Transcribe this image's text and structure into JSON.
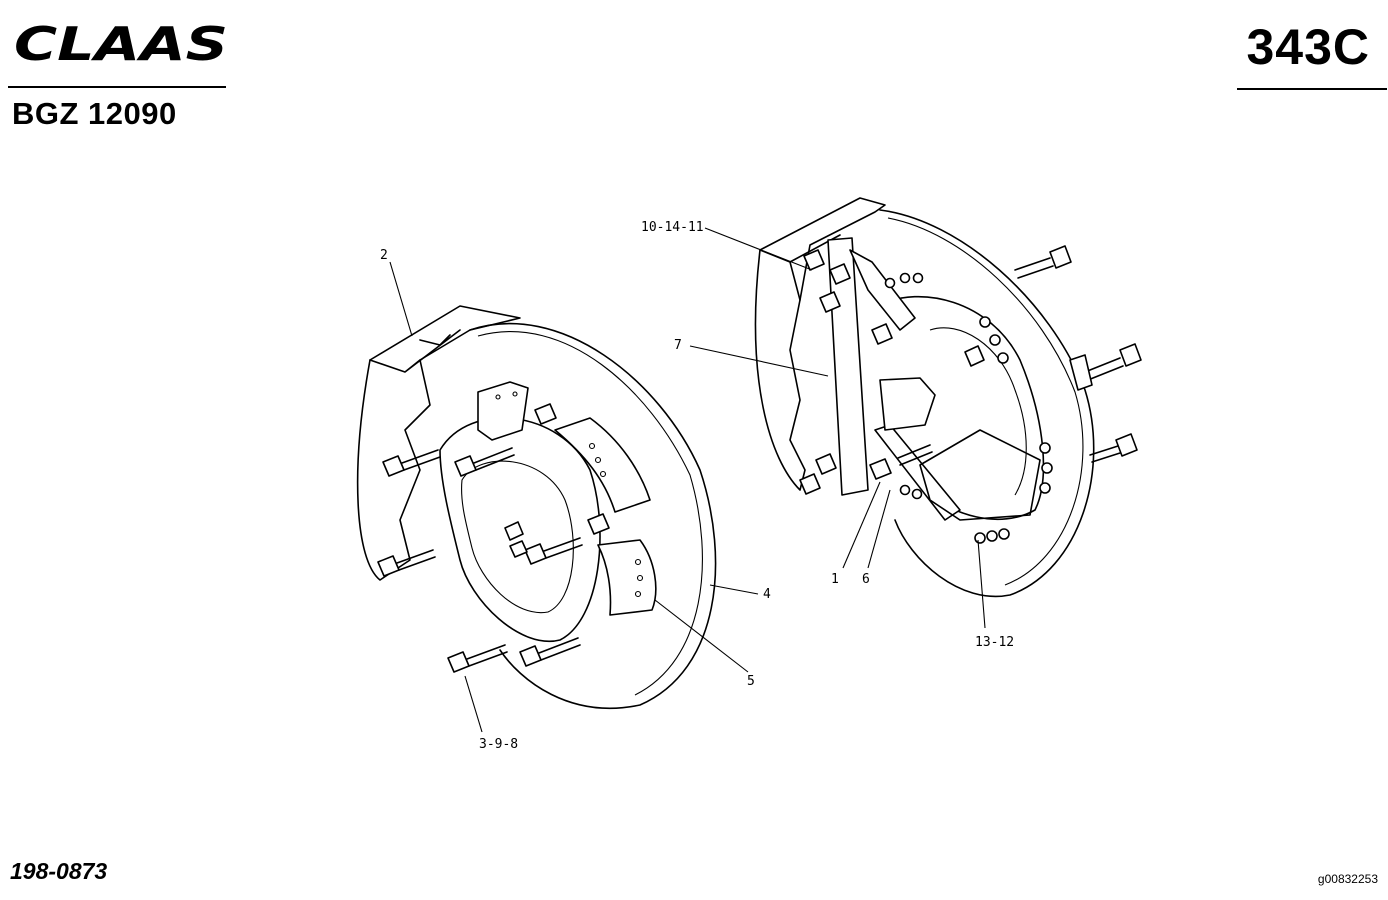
{
  "header": {
    "brand": "CLAAS",
    "model": "BGZ 12090",
    "page_code": "343C"
  },
  "footer": {
    "document_number": "198-0873",
    "image_id": "g00832253"
  },
  "callouts": {
    "c2": "2",
    "c3_9_8": "3-9-8",
    "c4": "4",
    "c5": "5",
    "c10_14_11": "10-14-11",
    "c7": "7",
    "c1": "1",
    "c6": "6",
    "c13_12": "13-12"
  }
}
